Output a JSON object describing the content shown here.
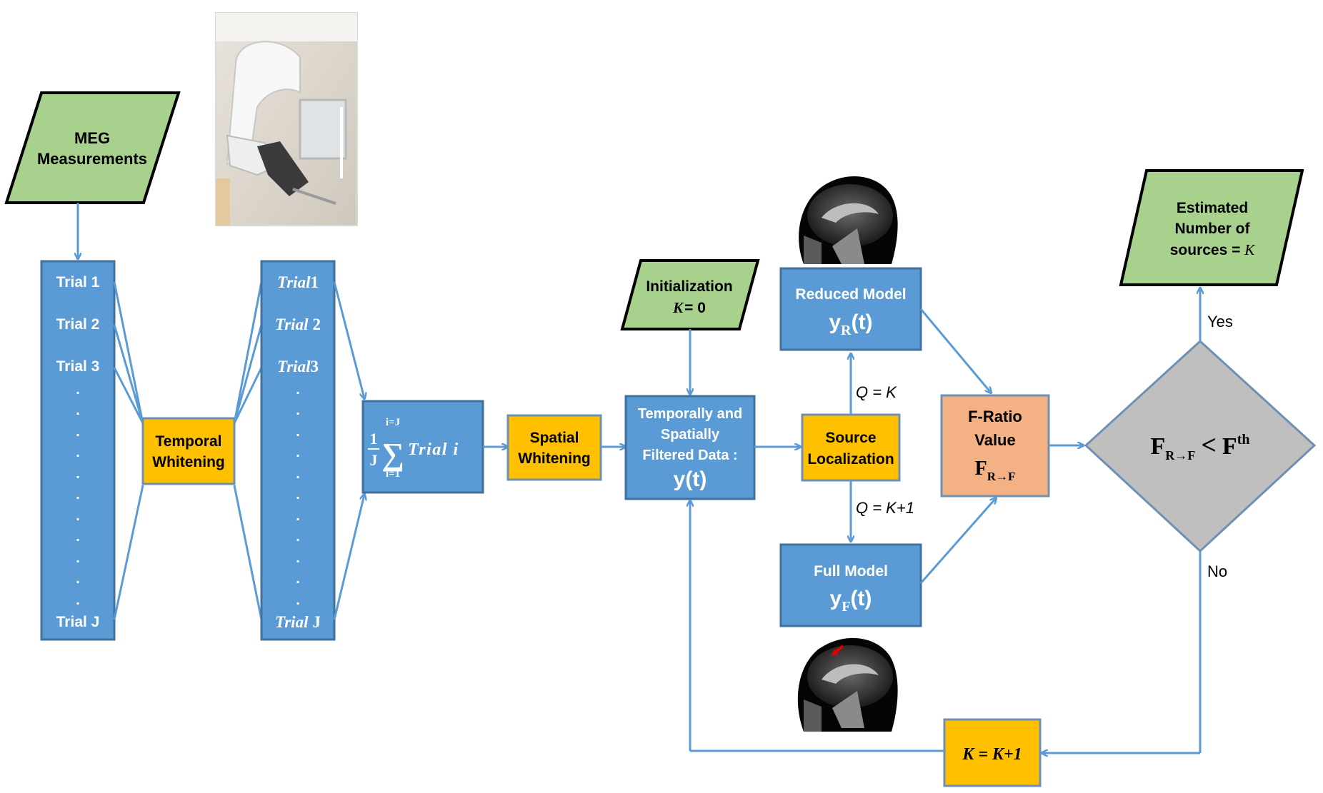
{
  "meg_input": {
    "line1": "MEG",
    "line2": "Measurements"
  },
  "trials_left": {
    "t1": "Trial 1",
    "t2": "Trial 2",
    "t3": "Trial 3",
    "tj": "Trial J"
  },
  "temporal_whitening": {
    "line1": "Temporal",
    "line2": "Whitening"
  },
  "trials_right": {
    "t1": {
      "word": "Trial",
      "num": "1"
    },
    "t2": {
      "word": "Trial",
      "num": "2"
    },
    "t3": {
      "word": "Trial",
      "num": "3"
    },
    "tj": {
      "word": "Trial",
      "num": "J"
    }
  },
  "average": {
    "one": "1",
    "denom": "J",
    "upper": "i=J",
    "lower": "i=1",
    "sigma": "∑",
    "term": "Trial i"
  },
  "spatial_whitening": {
    "line1": "Spatial",
    "line2": "Whitening"
  },
  "filtered": {
    "line1": "Temporally and",
    "line2": "Spatially",
    "line3": "Filtered Data :",
    "line4": "y(t)"
  },
  "initialization": {
    "line1": "Initialization",
    "k": "K",
    "eq": "= 0"
  },
  "source_localization": {
    "line1": "Source",
    "line2": "Localization"
  },
  "q_reduced": "Q = K",
  "q_full": "Q = K+1",
  "reduced_model": {
    "title": "Reduced Model",
    "y": "y",
    "sub": "R",
    "t": "(t)"
  },
  "full_model": {
    "title": "Full Model",
    "y": "y",
    "sub": "F",
    "t": "(t)"
  },
  "fratio": {
    "line1": "F-Ratio",
    "line2": "Value",
    "f": "F",
    "sub": "R→F"
  },
  "decision": {
    "f": "F",
    "sub": "R→F",
    "lt": "<",
    "f2": "F",
    "sup": "th"
  },
  "yes_label": "Yes",
  "no_label": "No",
  "estimated": {
    "line1": "Estimated",
    "line2": "Number of",
    "line3": "sources = ",
    "k": "K"
  },
  "increment": "K = K+1",
  "colors": {
    "process_blue": "#5b9bd5",
    "whitening_orange": "#ffc000",
    "io_green": "#a9d18e",
    "fratio_salmon": "#f4b183",
    "decision_grey": "#bfbfbf",
    "connector": "#5b9bd5"
  },
  "icons": [
    "meg-scanner-photo",
    "brain-mri-reduced",
    "brain-mri-full"
  ]
}
